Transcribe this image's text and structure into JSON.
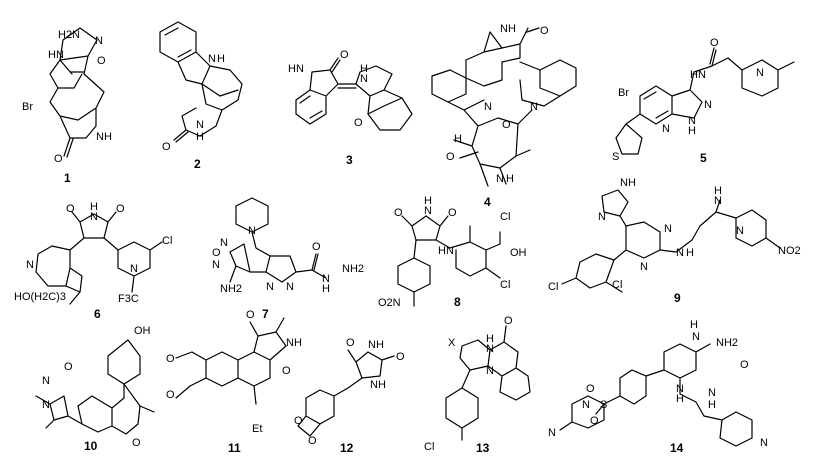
{
  "compounds": [
    {
      "label": "1",
      "atoms": [
        "H2N",
        "N",
        "HN",
        "O",
        "Br",
        "NH",
        "O"
      ]
    },
    {
      "label": "2",
      "atoms": [
        "N",
        "H",
        "N",
        "H",
        "O"
      ]
    },
    {
      "label": "3",
      "atoms": [
        "HN",
        "O",
        "H",
        "N",
        "O"
      ]
    },
    {
      "label": "4",
      "atoms": [
        "NH",
        "O",
        "N",
        "N",
        "O",
        "H",
        "O",
        "N",
        "H"
      ]
    },
    {
      "label": "5",
      "atoms": [
        "Br",
        "HN",
        "O",
        "N",
        "N",
        "N",
        "N",
        "H",
        "S"
      ]
    },
    {
      "label": "6",
      "atoms": [
        "O",
        "N",
        "H",
        "O",
        "N",
        "N",
        "Cl",
        "HO(H2C)3",
        "F3C"
      ]
    },
    {
      "label": "7",
      "atoms": [
        "N",
        "O",
        "N",
        "N",
        "N",
        "N",
        "NH2",
        "O",
        "H",
        "N",
        "NH2"
      ]
    },
    {
      "label": "8",
      "atoms": [
        "O",
        "N",
        "H",
        "O",
        "Cl",
        "HN",
        "OH",
        "Cl",
        "O2N"
      ]
    },
    {
      "label": "9",
      "atoms": [
        "NH",
        "N",
        "N",
        "N",
        "H",
        "N",
        "N",
        "H",
        "N",
        "NO2",
        "Cl",
        "Cl"
      ]
    },
    {
      "label": "10",
      "atoms": [
        "OH",
        "O",
        "N",
        "N",
        "O"
      ]
    },
    {
      "label": "11",
      "atoms": [
        "O",
        "NH",
        "O",
        "O",
        "O",
        "Et"
      ]
    },
    {
      "label": "12",
      "atoms": [
        "O",
        "NH",
        "O",
        "NH",
        "O",
        "O"
      ]
    },
    {
      "label": "13",
      "atoms": [
        "X",
        "N",
        "O",
        "H",
        "N",
        "Cl"
      ]
    },
    {
      "label": "14",
      "atoms": [
        "H",
        "N",
        "NH2",
        "N",
        "H",
        "O",
        "N",
        "H",
        "N",
        "S",
        "O",
        "O",
        "N",
        "N"
      ]
    }
  ]
}
